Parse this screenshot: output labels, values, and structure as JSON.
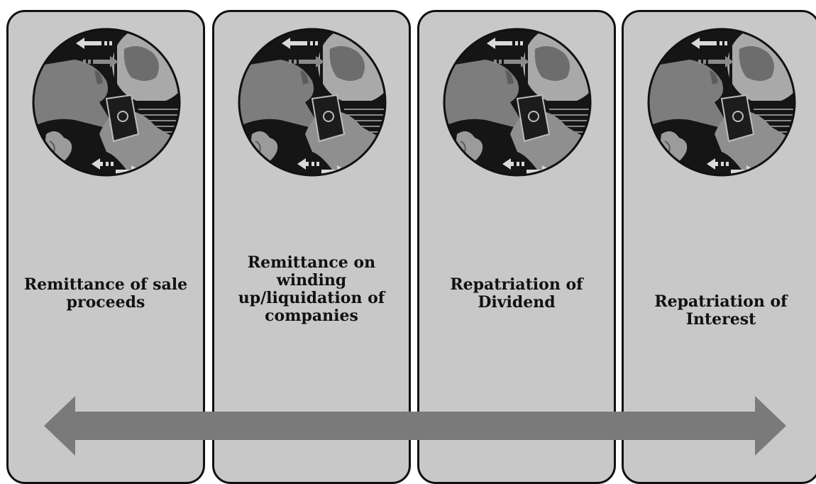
{
  "panels": [
    {
      "label": "Remittance of sale proceeds"
    },
    {
      "label": "Remittance on winding up/liquidation of companies"
    },
    {
      "label": "Repatriation of Dividend"
    },
    {
      "label": "Repatriation of Interest"
    }
  ],
  "colors": {
    "panel_fill": "#c8c8c8",
    "panel_border": "#111111",
    "arrow_fill": "#7a7a7a",
    "emblem_background": "#111111"
  },
  "icons": {
    "emblem": "money-transfer-globe-icon",
    "arrow": "double-headed-arrow"
  }
}
